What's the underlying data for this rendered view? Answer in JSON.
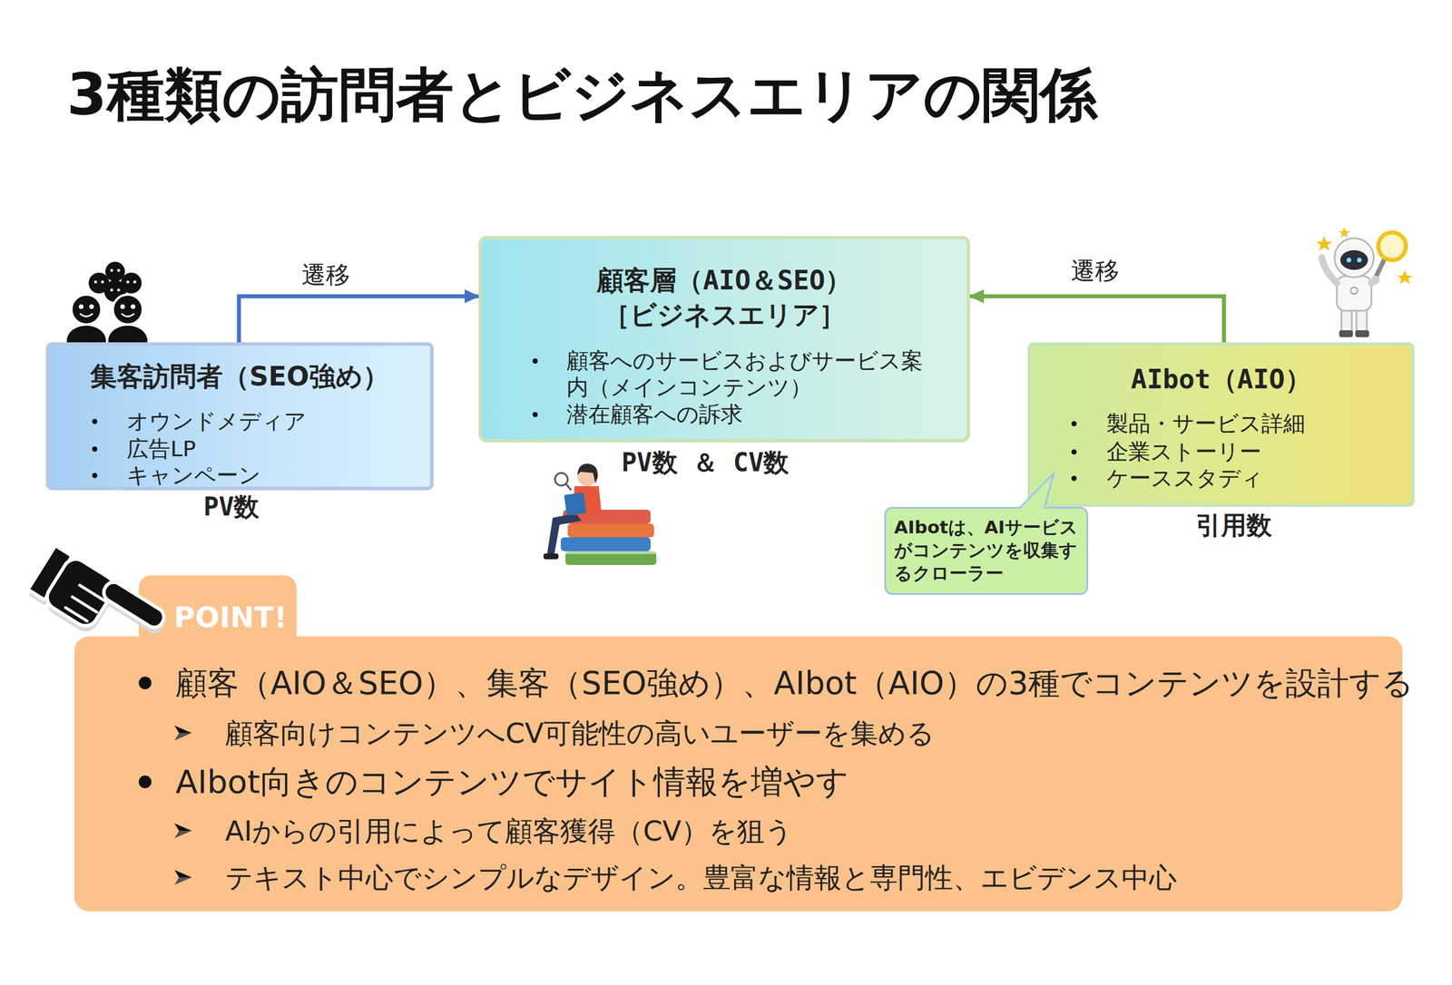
{
  "diagram": {
    "title": "3種類の訪問者とビジネスエリアの関係",
    "nodes": [
      {
        "text": [
          "顧客層（AIO＆SEO）",
          "［ビジネスエリア］",
          "顧客へのサービスおよびサービス案内（メインコンテンツ）",
          "潜在顧客への訴求"
        ]
      },
      {
        "text": [
          "集客訪問者（SEO強め）",
          "オウンドメディア",
          "広告LP",
          "キャンペーン"
        ]
      },
      {
        "text": [
          "AIbot（AIO）",
          "製品・サービス詳細",
          "企業ストーリー",
          "ケーススタディ"
        ]
      },
      {
        "text": [
          "AIbotは、AIサービスがコンテンツを収集するクローラー"
        ]
      },
      {
        "text": [
          "POINT!",
          "顧客（AIO＆SEO）、集客（SEO強め）、AIbot（AIO）の3種でコンテンツを設計する",
          "顧客向けコンテンツへCV可能性の高いユーザーを集める",
          "AIbot向きのコンテンツでサイト情報を増やす",
          "AIからの引用によって顧客獲得（CV）を狙う",
          "テキスト中心でシンプルなデザイン。豊富な情報と専門性、エビデンス中心"
        ]
      }
    ],
    "edges": [
      {
        "from": 1,
        "to": 0,
        "label": "遷移",
        "arrow": "to"
      },
      {
        "from": 2,
        "to": 0,
        "label": "遷移",
        "arrow": "to"
      }
    ],
    "labels": [
      "PV数",
      "PV数 ＆ CV数",
      "引用数"
    ]
  }
}
